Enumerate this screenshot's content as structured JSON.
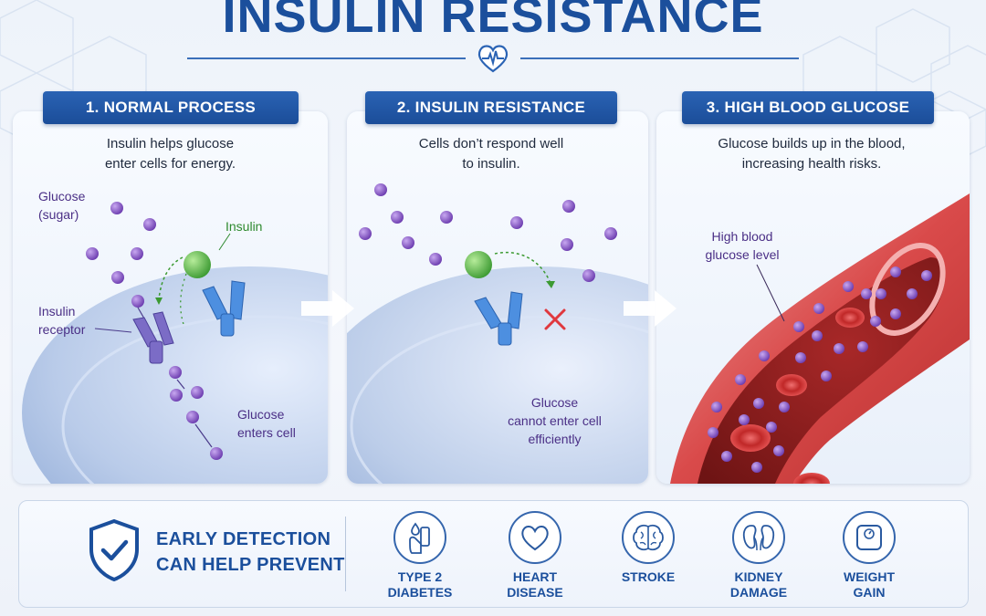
{
  "title": "INSULIN RESISTANCE",
  "colors": {
    "brand_blue": "#1b4f9c",
    "glucose_purple": "#7e4fc0",
    "insulin_green": "#4caf50",
    "alert_red": "#e0383e",
    "vessel_red": "#d94a4a"
  },
  "steps": [
    {
      "header": "1. NORMAL PROCESS",
      "description_line1": "Insulin helps glucose",
      "description_line2": "enter cells for energy.",
      "labels": {
        "glucose_line1": "Glucose",
        "glucose_line2": "(sugar)",
        "insulin": "Insulin",
        "receptor_line1": "Insulin",
        "receptor_line2": "receptor",
        "enters_line1": "Glucose",
        "enters_line2": "enters cell"
      }
    },
    {
      "header": "2. INSULIN RESISTANCE",
      "description_line1": "Cells don’t respond well",
      "description_line2": "to insulin.",
      "labels": {
        "cannot_line1": "Glucose",
        "cannot_line2": "cannot enter cell",
        "cannot_line3": "efficiently"
      }
    },
    {
      "header": "3. HIGH BLOOD GLUCOSE",
      "description_line1": "Glucose builds up in the blood,",
      "description_line2": "increasing health risks.",
      "labels": {
        "level_line1": "High blood",
        "level_line2": "glucose level"
      }
    }
  ],
  "footer": {
    "headline_line1": "EARLY DETECTION",
    "headline_line2": "CAN HELP PREVENT",
    "risks": [
      {
        "line1": "TYPE 2",
        "line2": "DIABETES",
        "icon": "glucose-meter-icon"
      },
      {
        "line1": "HEART",
        "line2": "DISEASE",
        "icon": "heart-icon"
      },
      {
        "line1": "STROKE",
        "line2": "",
        "icon": "brain-icon"
      },
      {
        "line1": "KIDNEY",
        "line2": "DAMAGE",
        "icon": "kidneys-icon"
      },
      {
        "line1": "WEIGHT",
        "line2": "GAIN",
        "icon": "scale-icon"
      }
    ]
  }
}
